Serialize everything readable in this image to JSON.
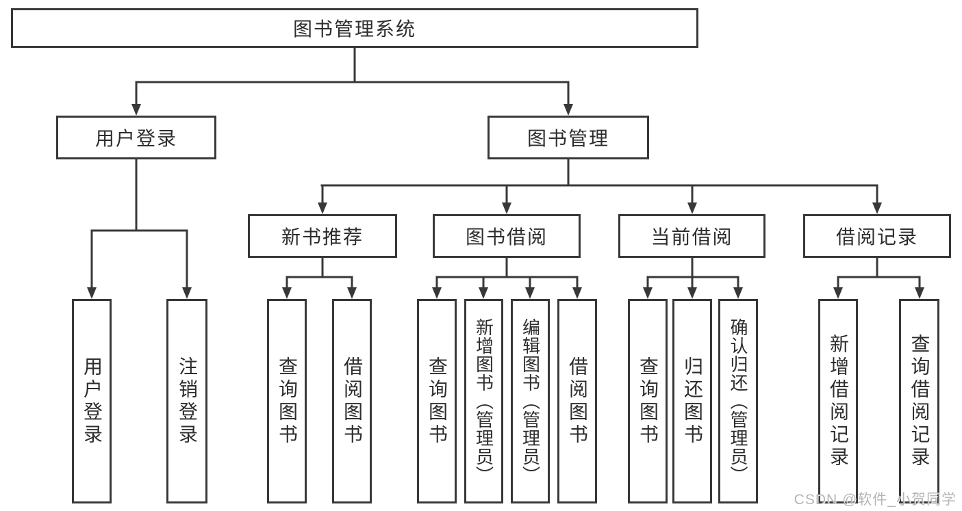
{
  "tree": {
    "label": "图书管理系统",
    "children": [
      {
        "label": "用户登录",
        "children": [
          {
            "label": "用户登录"
          },
          {
            "label": "注销登录"
          }
        ]
      },
      {
        "label": "图书管理",
        "children": [
          {
            "label": "新书推荐",
            "children": [
              {
                "label": "查询图书"
              },
              {
                "label": "借阅图书"
              }
            ]
          },
          {
            "label": "图书借阅",
            "children": [
              {
                "label": "查询图书"
              },
              {
                "label": "新增图书（管理员）"
              },
              {
                "label": "编辑图书（管理员）"
              },
              {
                "label": "借阅图书"
              }
            ]
          },
          {
            "label": "当前借阅",
            "children": [
              {
                "label": "查询图书"
              },
              {
                "label": "归还图书"
              },
              {
                "label": "确认归还（管理员）"
              }
            ]
          },
          {
            "label": "借阅记录",
            "children": [
              {
                "label": "新增借阅记录"
              },
              {
                "label": "查询借阅记录"
              }
            ]
          }
        ]
      }
    ]
  },
  "watermark": "CSDN @软件_小贺同学",
  "colors": {
    "line": "#383838",
    "box_border": "#383838",
    "text": "#2d2d2d",
    "watermark": "#ababab",
    "background": "#ffffff"
  }
}
